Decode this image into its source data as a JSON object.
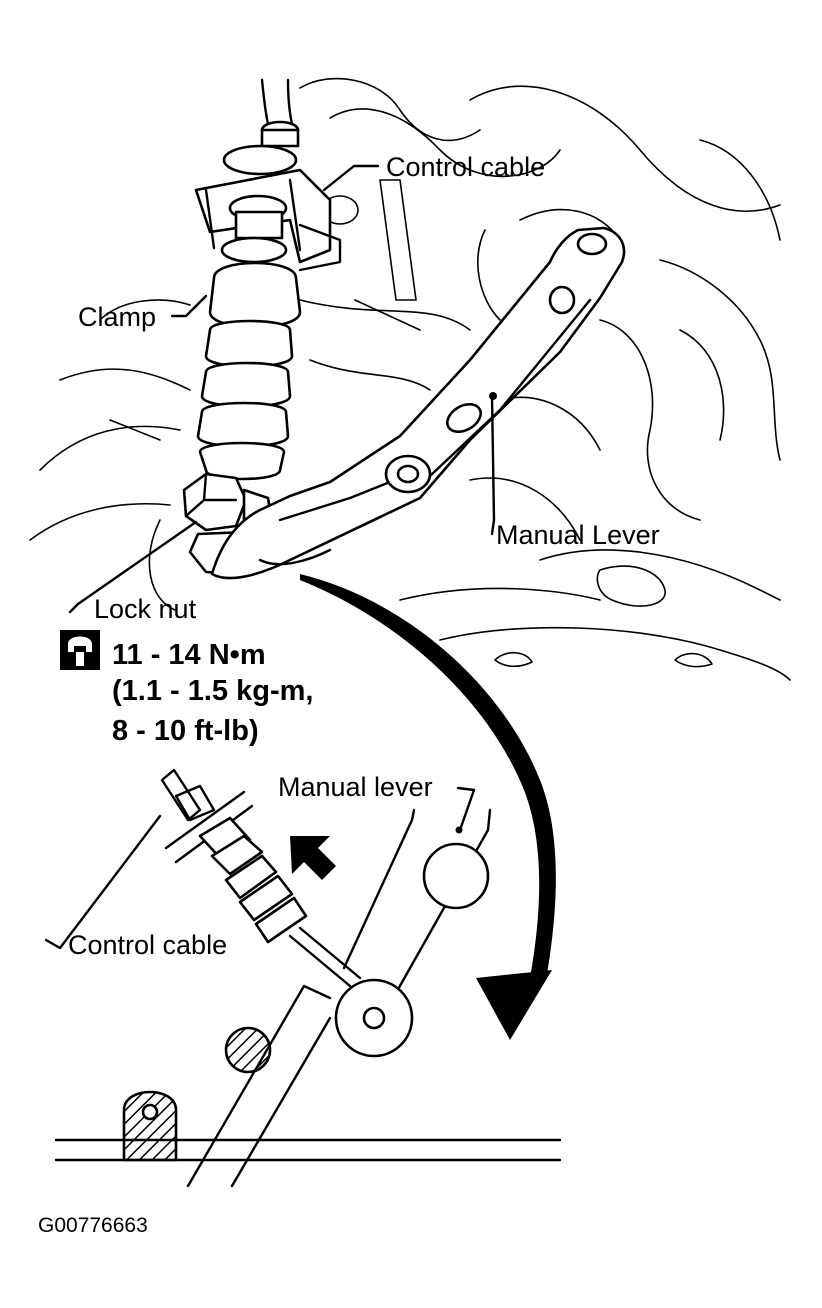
{
  "labels": {
    "control_cable_top": "Control cable",
    "clamp": "Clamp",
    "manual_lever_top": "Manual Lever",
    "lock_nut": "Lock nut",
    "manual_lever_bottom": "Manual lever",
    "control_cable_bottom": "Control cable"
  },
  "torque_spec": {
    "line1": "11 - 14 N•m",
    "line2": "(1.1 - 1.5 kg-m,",
    "line3": "8 - 10 ft-lb)"
  },
  "icons": {
    "torque": "torque-wrench-icon",
    "direction_arrow": "curved-arrow-icon",
    "push_arrow": "arrow-up-left-icon"
  },
  "figure_code": "G00776663"
}
